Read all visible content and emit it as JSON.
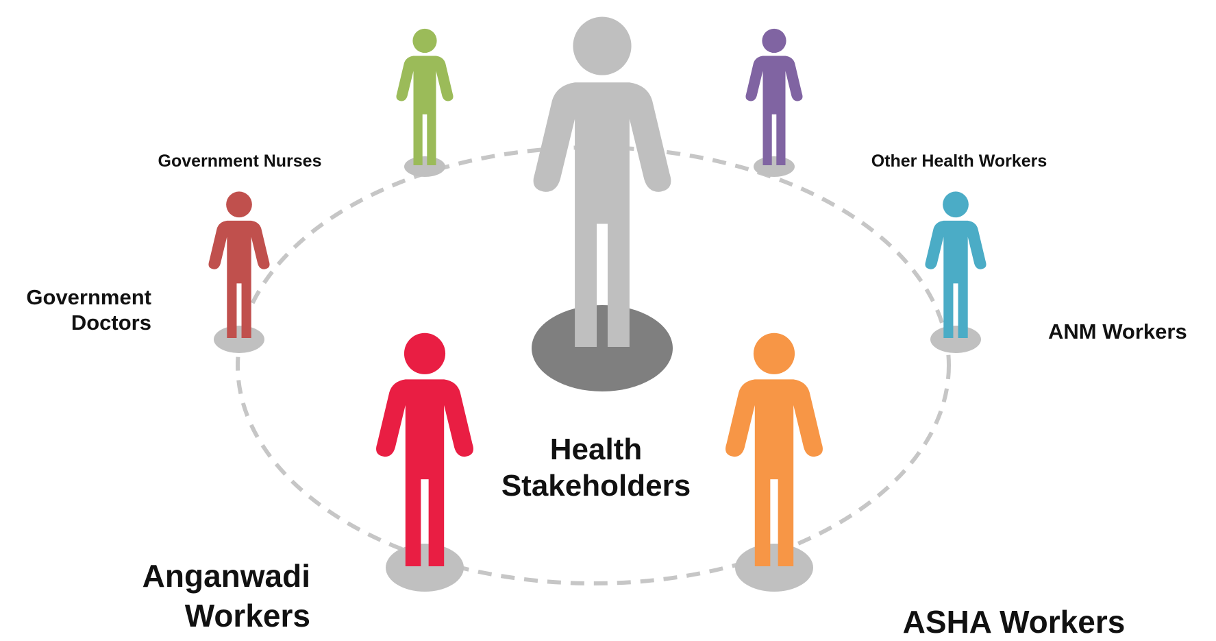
{
  "diagram": {
    "center": {
      "label_line1": "Health",
      "label_line2": "Stakeholders",
      "color": "#bfbfbf",
      "pedestal_color": "#7f7f7f"
    },
    "ring_color": "#c6c6c6",
    "pedestal_color": "#c0c0c0",
    "stakeholders": [
      {
        "id": "government-nurses",
        "label": "Government Nurses",
        "color": "#9bbb59"
      },
      {
        "id": "other-health-workers",
        "label": "Other Health Workers",
        "color": "#8064a2"
      },
      {
        "id": "government-doctors",
        "label_line1": "Government",
        "label_line2": "Doctors",
        "color": "#c0504d"
      },
      {
        "id": "anm-workers",
        "label": "ANM Workers",
        "color": "#4bacc6"
      },
      {
        "id": "anganwadi-workers",
        "label_line1": "Anganwadi",
        "label_line2": "Workers",
        "color": "#e91e43"
      },
      {
        "id": "asha-workers",
        "label": "ASHA Workers",
        "color": "#f79646"
      }
    ]
  }
}
